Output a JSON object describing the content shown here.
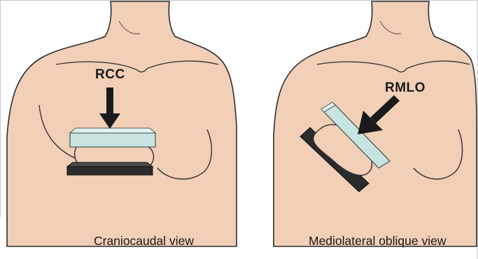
{
  "panels": [
    {
      "label": "RCC",
      "caption": "Craniocaudal view"
    },
    {
      "label": "RMLO",
      "caption": "Mediolateral oblique view"
    }
  ],
  "colors": {
    "skin": "#f2cfb7",
    "outline": "#2e2e2e",
    "plate_dark": "#2b2b2b",
    "plate_glass": "#c9e4e0",
    "arrow": "#1a1a1a",
    "frame_border": "#c8c8c8"
  },
  "icons": {
    "compression_arrow": "arrow-down-thick",
    "oblique_arrow": "arrow-down-left-thick"
  }
}
